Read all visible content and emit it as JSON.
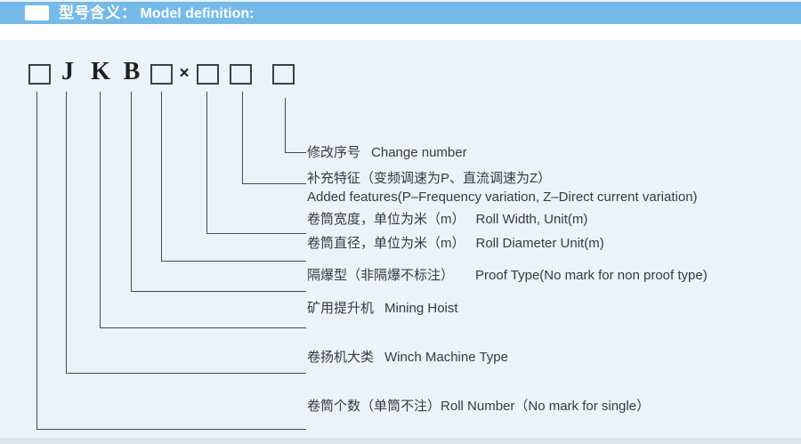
{
  "header": {
    "title_zh": "型号含义：",
    "title_en": "Model definition:"
  },
  "model_code": {
    "letters": [
      "J",
      "K",
      "B"
    ],
    "multiply_sign": "×",
    "box_count": 5
  },
  "definitions": [
    {
      "zh": "修改序号",
      "en": "Change number"
    },
    {
      "zh": "补充特征（变频调速为P、直流调速为Z）",
      "en": ""
    },
    {
      "zh": "",
      "en": "Added features(P–Frequency variation, Z–Direct current variation)"
    },
    {
      "zh": "卷筒宽度，单位为米（m）",
      "en": "Roll Width, Unit(m)"
    },
    {
      "zh": "卷筒直径，单位为米（m）",
      "en": "Roll Diameter Unit(m)"
    },
    {
      "zh": "隔爆型（非隔爆不标注）",
      "en": "Proof Type(No mark for non proof type)"
    },
    {
      "zh": "矿用提升机",
      "en": "Mining Hoist"
    },
    {
      "zh": "卷扬机大类",
      "en": "Winch Machine Type"
    },
    {
      "zh": "卷筒个数（单筒不注）",
      "en": "Roll Number（No mark for single）"
    }
  ],
  "colors": {
    "header_bar": "#75bae8",
    "page_bg": "#ecf2f9",
    "line": "#4a4a4a",
    "text": "#3a3a3a"
  }
}
